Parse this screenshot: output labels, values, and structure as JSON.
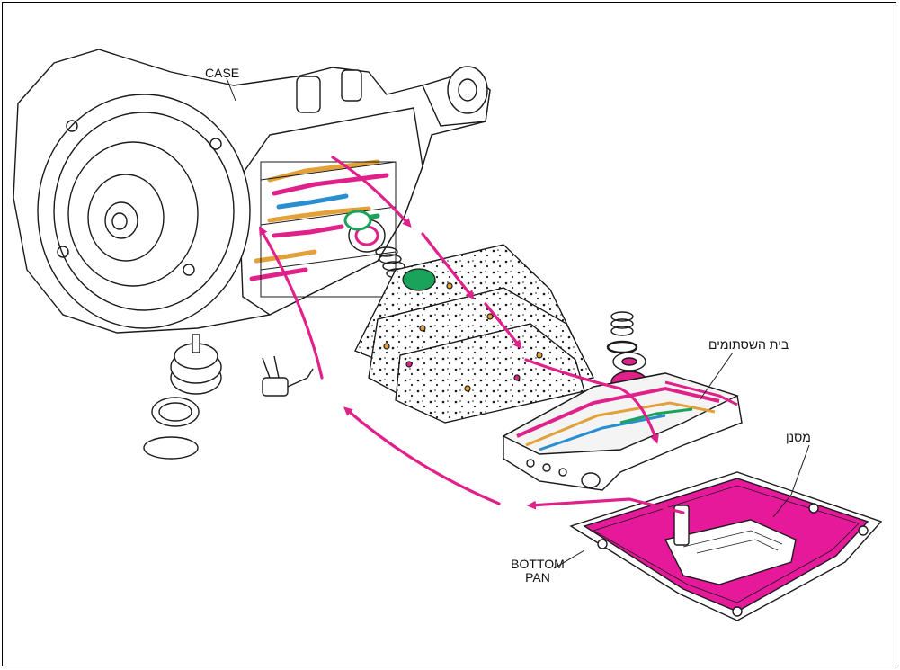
{
  "labels": {
    "case": "CASE",
    "valve_body": "בית השסתומים",
    "filter": "מסנן",
    "bottom_pan_line1": "BOTTOM",
    "bottom_pan_line2": "PAN"
  },
  "colors": {
    "fluid_flow": "#e0218a",
    "fluid_pan": "#e6199b",
    "passage_orange": "#e3a13a",
    "passage_green": "#1aa35a",
    "passage_blue": "#2a8fd0",
    "outline": "#1a1a1a"
  }
}
